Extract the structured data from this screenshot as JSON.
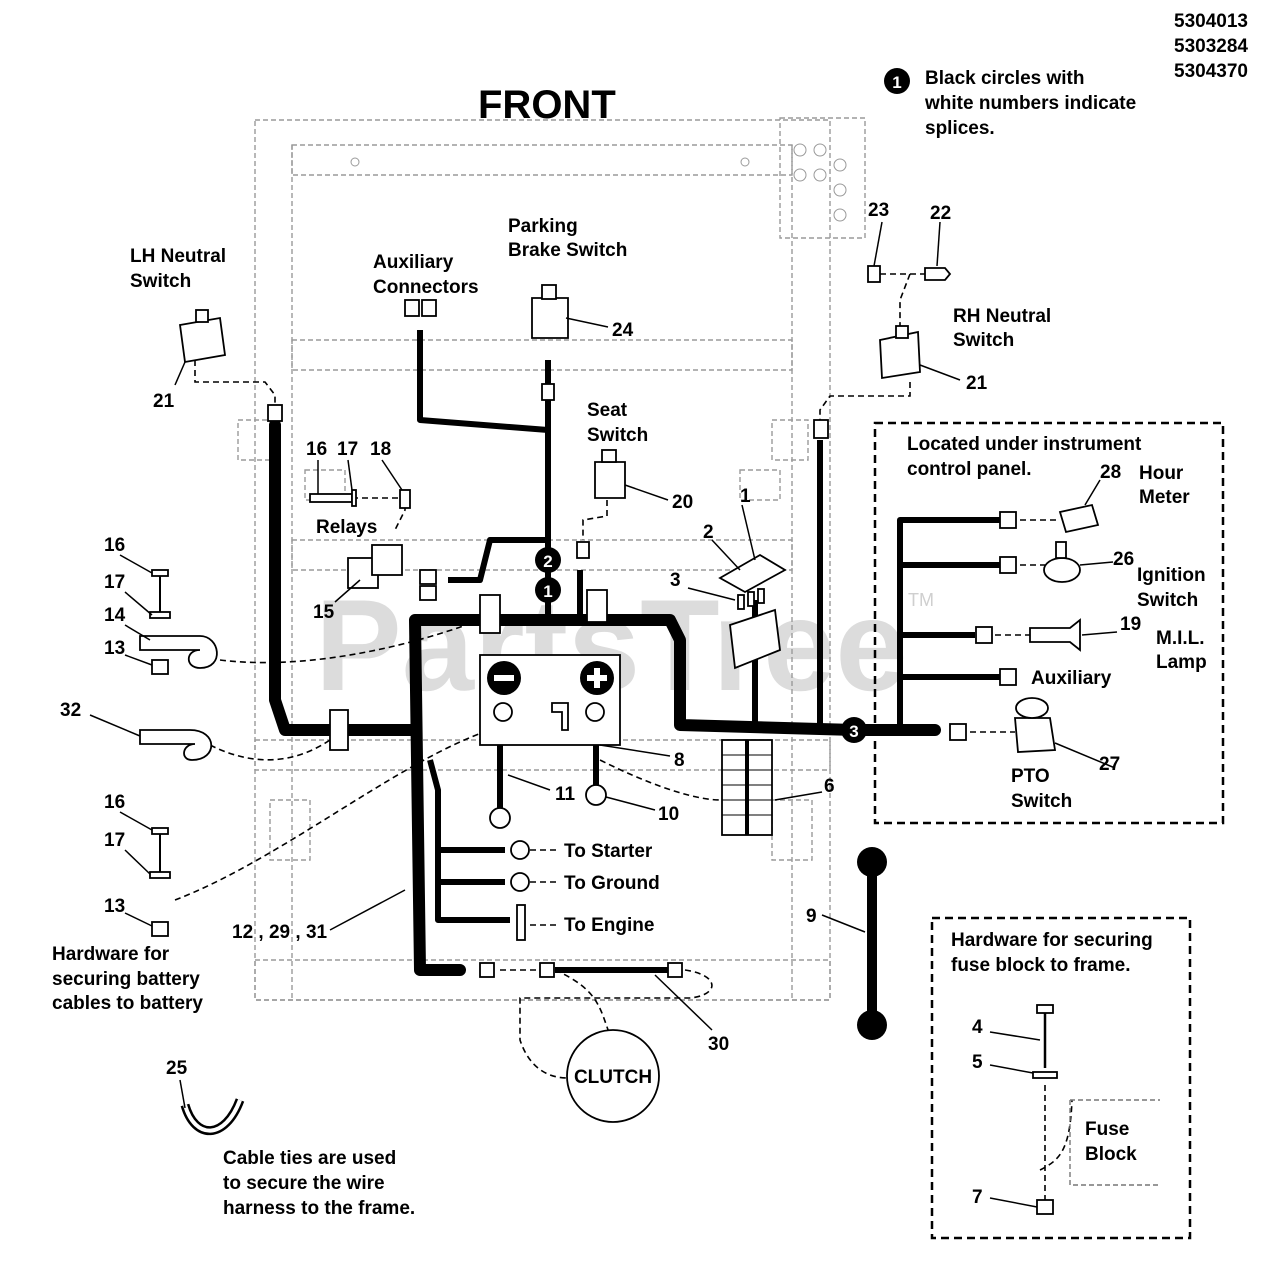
{
  "part_numbers": [
    "5304013",
    "5303284",
    "5304370"
  ],
  "legend": {
    "symbol": "1",
    "line1": "Black circles with",
    "line2": "white numbers indicate",
    "line3": "splices."
  },
  "title": "FRONT",
  "watermark": {
    "text": "PartsTree",
    "tm": "TM"
  },
  "labels": {
    "lh_neutral_1": "LH Neutral",
    "lh_neutral_2": "Switch",
    "aux_conn_1": "Auxiliary",
    "aux_conn_2": "Connectors",
    "parking_1": "Parking",
    "parking_2": "Brake Switch",
    "rh_neutral_1": "RH Neutral",
    "rh_neutral_2": "Switch",
    "seat_1": "Seat",
    "seat_2": "Switch",
    "relays": "Relays",
    "panel_note_1": "Located under instrument",
    "panel_note_2": "control panel.",
    "hour_1": "Hour",
    "hour_2": "Meter",
    "ignition_1": "Ignition",
    "ignition_2": "Switch",
    "mil_1": "M.I.L.",
    "mil_2": "Lamp",
    "auxiliary": "Auxiliary",
    "pto_1": "PTO",
    "pto_2": "Switch",
    "to_starter": "To Starter",
    "to_ground": "To Ground",
    "to_engine": "To Engine",
    "clutch": "CLUTCH",
    "hw_battery_1": "Hardware for",
    "hw_battery_2": "securing battery",
    "hw_battery_3": "cables to battery",
    "hw_fuse_1": "Hardware for securing",
    "hw_fuse_2": "fuse block to frame.",
    "fuse_1": "Fuse",
    "fuse_2": "Block",
    "ties_1": "Cable ties are used",
    "ties_2": "to secure the wire",
    "ties_3": "harness to the frame.",
    "harness_ref": "12 , 29 , 31"
  },
  "splices": [
    "1",
    "2",
    "3"
  ],
  "callouts": {
    "c1": "1",
    "c2": "2",
    "c3": "3",
    "c4": "4",
    "c5": "5",
    "c6": "6",
    "c7": "7",
    "c8": "8",
    "c9": "9",
    "c10": "10",
    "c11": "11",
    "c13a": "13",
    "c13b": "13",
    "c14": "14",
    "c15": "15",
    "c16a": "16",
    "c16b": "16",
    "c16c": "16",
    "c17a": "17",
    "c17b": "17",
    "c17c": "17",
    "c18": "18",
    "c19": "19",
    "c20": "20",
    "c21a": "21",
    "c21b": "21",
    "c22": "22",
    "c23": "23",
    "c24": "24",
    "c25": "25",
    "c26": "26",
    "c27": "27",
    "c28": "28",
    "c30": "30",
    "c32": "32"
  }
}
